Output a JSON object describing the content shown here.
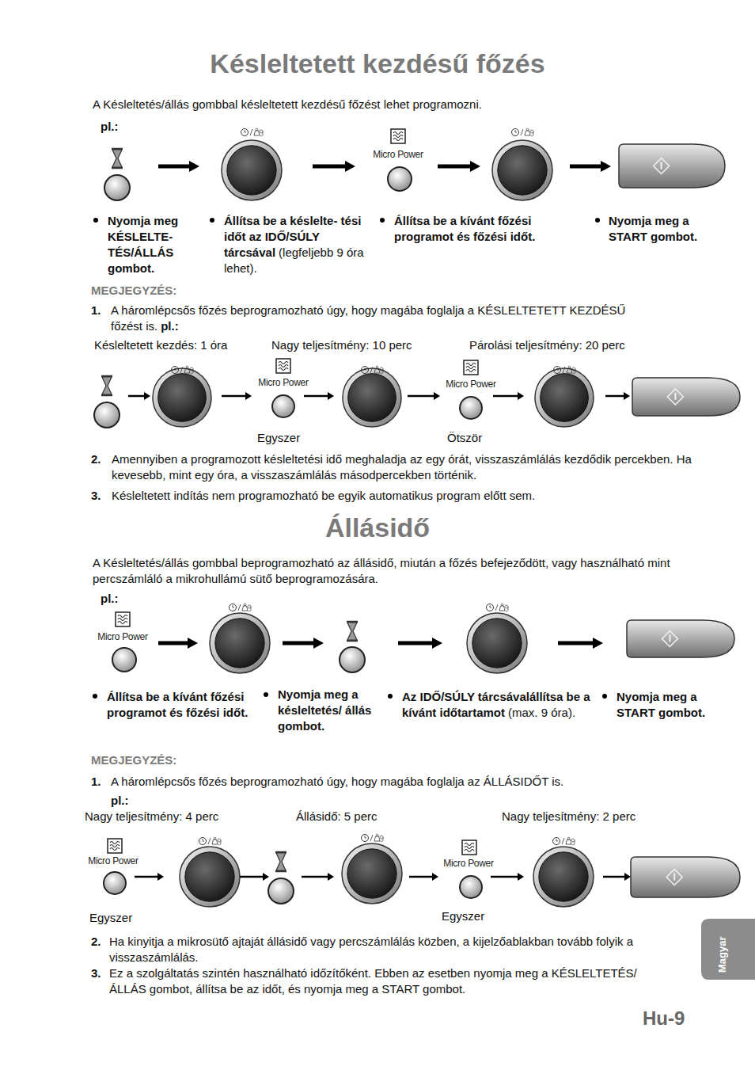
{
  "diagram": {
    "title": "Késleltetett kezdésű főzés",
    "labels": [
      "A Késleltetés/állás gombbal késleltetett kezdésű főzést lehet programozni.",
      "pl.:",
      "Micro Power",
      "Nyomja meg KÉSLELTE- TÉS/ÁLLÁS gombot.",
      "Állítsa be a késlelte- tési időt az IDŐ/SÚLY tárcsával",
      "(legfeljebb 9 óra lehet).",
      "Állítsa be a kívánt főzési programot és főzési időt.",
      "Nyomja meg a START gombot.",
      "MEGJEGYZÉS:",
      "1.",
      "A háromlépcsős főzés beprogramozható úgy, hogy magába foglalja a KÉSLELTETETT KEZDÉSŰ főzést is.",
      "pl.:",
      "Késleltetett kezdés: 1 óra",
      "Nagy teljesítmény: 10 perc",
      "Párolási teljesítmény: 20 perc",
      "Micro Power",
      "Micro Power",
      "Egyszer",
      "Ötször",
      "2.",
      "Amennyiben a programozott késleltetési idő meghaladja az egy órát, visszaszámlálás kezdődik percekben. Ha kevesebb, mint egy óra, a visszaszámlálás másodpercekben történik.",
      "3.",
      "Késleltetett indítás nem programozható be egyik automatikus program előtt sem.",
      "Állásidő",
      "A Késleltetés/állás gombbal beprogramozható az állásidő, miután a főzés befejeződött, vagy használható mint percszámláló a mikrohullámú sütő beprogramozására.",
      "pl.:",
      "Micro Power",
      "Állítsa be a kívánt főzési programot és főzési időt.",
      "Nyomja meg a késleltetés/ állás gombot.",
      "Az IDŐ/SÚLY tárcsávalállítsa be a kívánt időtartamot",
      "(max. 9 óra).",
      "Nyomja meg a START gombot.",
      "MEGJEGYZÉS:",
      "1.",
      "A háromlépcsős főzés beprogramozható úgy, hogy magába foglalja az ÁLLÁSIDŐT is.",
      "pl.:",
      "Nagy teljesítmény: 4 perc",
      "Állásidő: 5 perc",
      "Nagy teljesítmény: 2 perc",
      "Micro Power",
      "Micro Power",
      "Egyszer",
      "Egyszer",
      "2.",
      "Ha kinyitja a mikrosütő ajtaját állásidő vagy percszámlálás közben, a kijelzőablakban tovább folyik a visszaszámlálás.",
      "3.",
      "Ez a szolgáltatás szintén használható időzítőként. Ebben az esetben nyomja meg a KÉSLELTETÉS/ÁLLÁS gombot, állítsa be az időt, és nyomja meg a START gombot.",
      "Magyar",
      "Hu-9"
    ]
  }
}
